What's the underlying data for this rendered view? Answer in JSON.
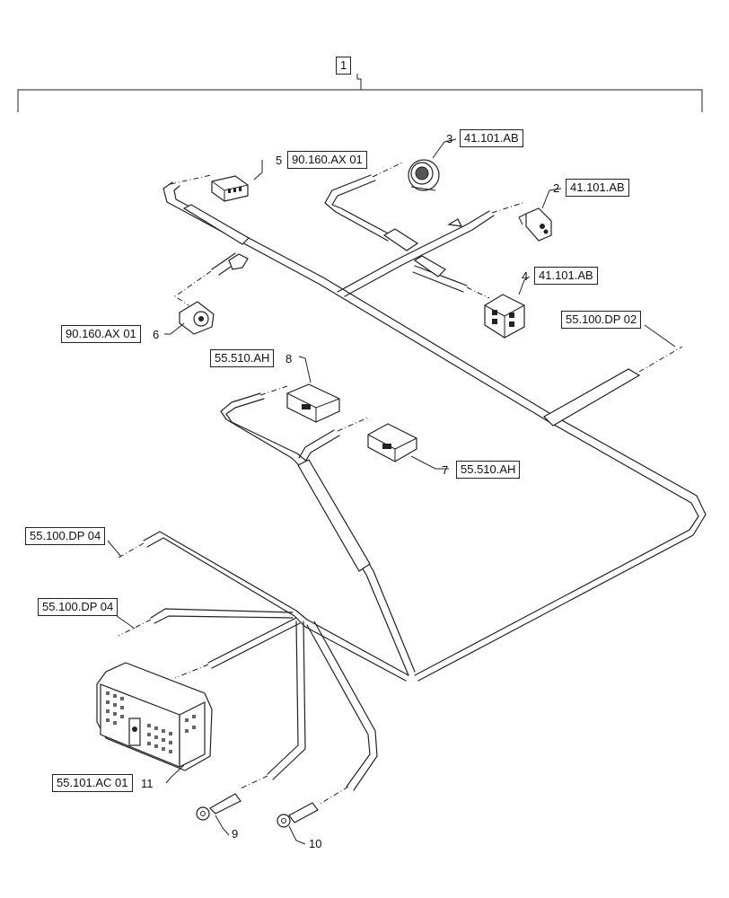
{
  "assembly": {
    "item": "1"
  },
  "callouts": [
    {
      "id": "c3",
      "item": "3",
      "ref": "41.101.AB"
    },
    {
      "id": "c5",
      "item": "5",
      "ref": "90.160.AX 01"
    },
    {
      "id": "c2",
      "item": "2",
      "ref": "41.101.AB"
    },
    {
      "id": "c4",
      "item": "4",
      "ref": "41.101.AB"
    },
    {
      "id": "c6",
      "item": "6",
      "ref": "90.160.AX 01"
    },
    {
      "id": "c8",
      "item": "8",
      "ref": "55.510.AH"
    },
    {
      "id": "c7",
      "item": "7",
      "ref": "55.510.AH"
    },
    {
      "id": "c11",
      "item": "11",
      "ref": "55.101.AC 01"
    },
    {
      "id": "c9",
      "item": "9",
      "ref": ""
    },
    {
      "id": "c10",
      "item": "10",
      "ref": ""
    }
  ],
  "references": {
    "dp02": "55.100.DP 02",
    "dp04a": "55.100.DP 04",
    "dp04b": "55.100.DP 04"
  }
}
